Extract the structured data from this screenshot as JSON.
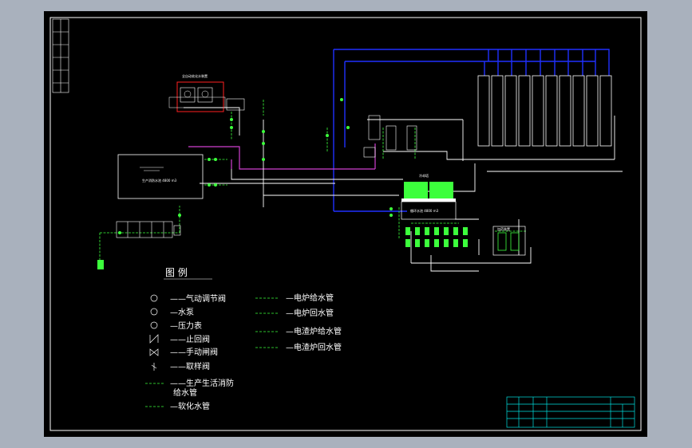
{
  "legend": {
    "title": "图 例",
    "items": [
      {
        "label": "——气动调节阀",
        "icon": "pneumatic-valve-icon"
      },
      {
        "label": "—水泵",
        "icon": "pump-icon"
      },
      {
        "label": "—压力表",
        "icon": "pressure-gauge-icon"
      },
      {
        "label": "——止回阀",
        "icon": "check-valve-icon"
      },
      {
        "label": "——手动闸阀",
        "icon": "gate-valve-icon"
      },
      {
        "label": "——取样阀",
        "icon": "sampling-valve-icon"
      },
      {
        "label": "——生产生活消防",
        "label2": "给水管",
        "icon": "fire-water-pipe-icon"
      },
      {
        "label": "—软化水管",
        "icon": "softened-water-pipe-icon"
      }
    ],
    "pipes": [
      {
        "label": "—电炉给水管"
      },
      {
        "label": "—电炉回水管"
      },
      {
        "label": "—电渣炉给水管"
      },
      {
        "label": "—电渣炉回水管"
      }
    ]
  },
  "equipment": {
    "tank_top": "全自动软化水装置",
    "pool": "生产消防水池 4800 m3",
    "cooling_pool": "循环水池 4800 m3",
    "cooling_tower": "冷却塔",
    "pump_room": "加药装置"
  },
  "colors": {
    "background": "#000000",
    "frame": "#ffffff",
    "supply": "#2030ff",
    "return": "#d040d0",
    "green": "#3cff3c",
    "white_pipe": "#ffffff",
    "title_block": "#00e0e0",
    "highlight": "#ff2020"
  }
}
